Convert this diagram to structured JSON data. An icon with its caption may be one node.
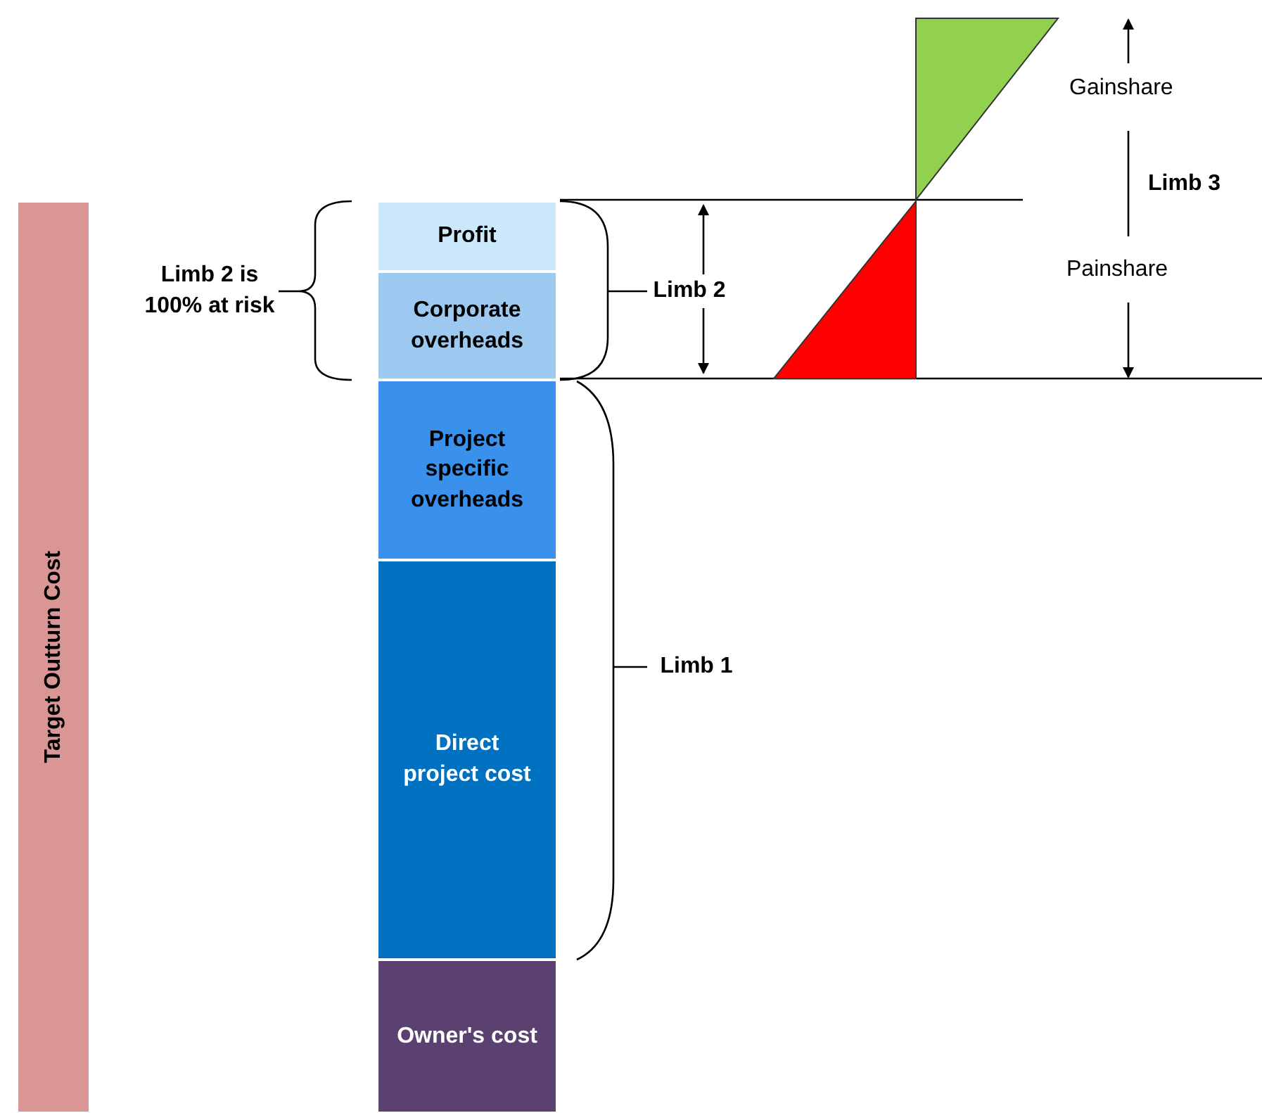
{
  "diagram": {
    "nodes": [
      {
        "text": [
          "Target Outturn Cost"
        ]
      },
      {
        "text": [
          "Profit"
        ]
      },
      {
        "text": [
          "Corporate overheads"
        ]
      },
      {
        "text": [
          "Project specific overheads"
        ]
      },
      {
        "text": [
          "Direct project cost"
        ]
      },
      {
        "text": [
          "Owner's cost"
        ]
      },
      {
        "text": [
          "Limb 2 is 100% at risk"
        ]
      },
      {
        "text": [
          "Limb 2"
        ]
      },
      {
        "text": [
          "Limb 1"
        ]
      },
      {
        "text": [],
        "shape": "bracket"
      },
      {
        "text": [],
        "shape": "bracket"
      },
      {
        "text": [],
        "shape": "bracket"
      },
      {
        "text": [],
        "shape": "triangle"
      },
      {
        "text": [],
        "shape": "triangle"
      }
    ],
    "edges": [
      {
        "from": 6,
        "to": 9,
        "arrow": "none"
      },
      {
        "from": 7,
        "to": 10,
        "arrow": "none"
      },
      {
        "from": 8,
        "to": 11,
        "arrow": "none"
      }
    ],
    "labels": [
      "Gainshare",
      "Limb 3",
      "Painshare"
    ]
  }
}
